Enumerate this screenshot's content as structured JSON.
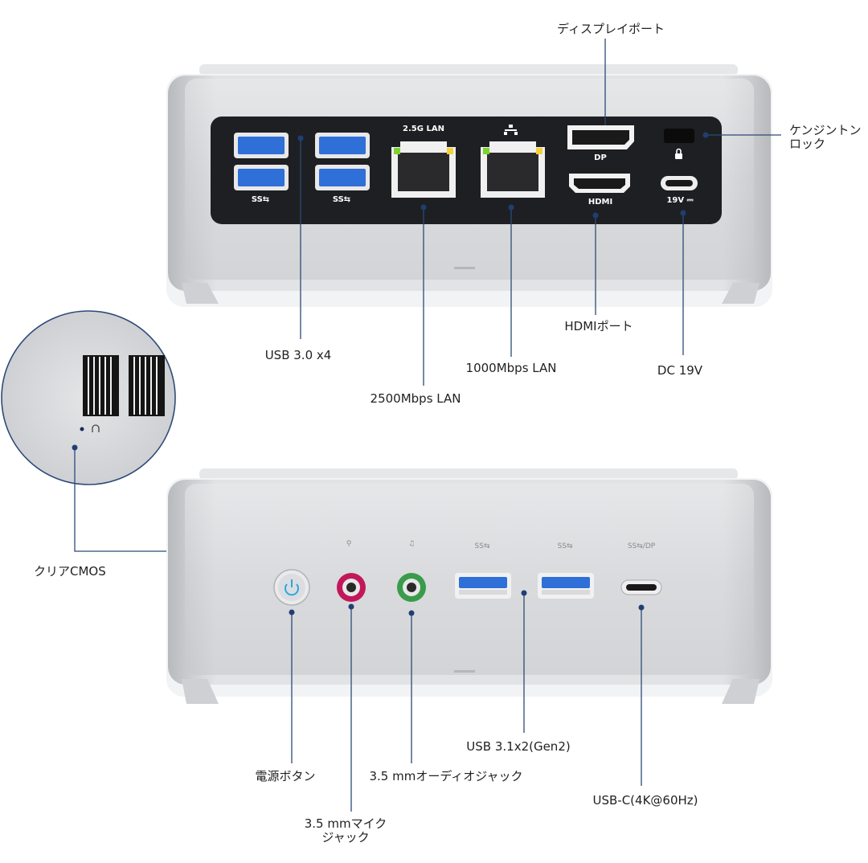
{
  "top_panel": {
    "port_marks": {
      "usb_a": "SS⇆",
      "lan_2_5g": "2.5G LAN",
      "dp": "DP",
      "hdmi": "HDMI",
      "dc": "19V ⎓"
    },
    "callouts": {
      "displayport": "ディスプレイポート",
      "kensington": "ケンジントン\nロック",
      "usb30": "USB 3.0 x4",
      "hdmi": "HDMIポート",
      "lan1000": "1000Mbps LAN",
      "dc": "DC 19V",
      "lan2500": "2500Mbps LAN"
    }
  },
  "bottom_panel": {
    "port_marks": {
      "mic": "⚲",
      "headphone": "♫",
      "usb_a_1": "SS⇆",
      "usb_a_2": "SS⇆",
      "usb_c": "SS⇆/DP"
    },
    "callouts": {
      "clear_cmos": "クリアCMOS",
      "power": "電源ボタン",
      "audio_out": "3.5 mmオーディオジャック",
      "usb31": "USB 3.1x2(Gen2)",
      "usbc": "USB-C(4K@60Hz)",
      "mic": "3.5 mmマイク\nジャック"
    }
  },
  "colors": {
    "chassis": "#d9dadc",
    "panel": "#1e1f22",
    "usb_blue": "#2f6fd8",
    "callout_line": "#2c4a78",
    "callout_dot": "#1f3f73",
    "mic_pink": "#c2185b",
    "audio_green": "#3a9b4a",
    "power_glow": "#29a8e0"
  }
}
